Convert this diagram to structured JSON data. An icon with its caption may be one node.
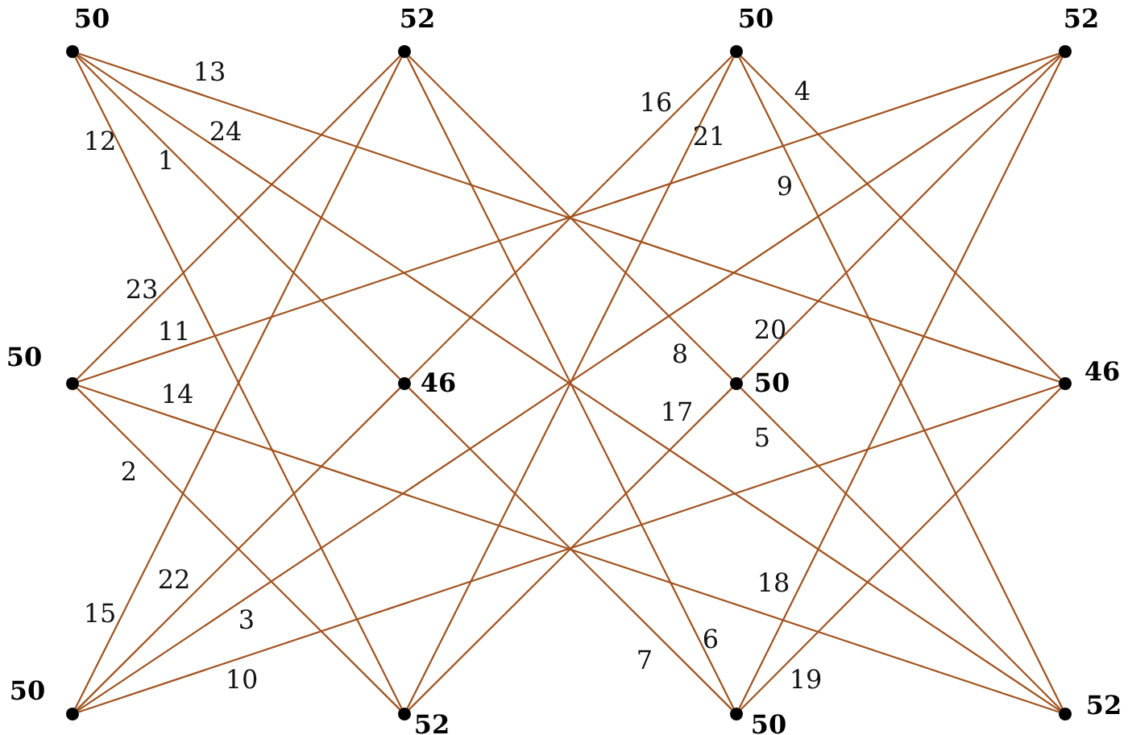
{
  "diagram": {
    "nodes": [
      {
        "text": [
          "50"
        ]
      },
      {
        "text": [
          "52"
        ]
      },
      {
        "text": [
          "50"
        ]
      },
      {
        "text": [
          "52"
        ]
      },
      {
        "text": [
          "50"
        ]
      },
      {
        "text": [
          "46"
        ]
      },
      {
        "text": [
          "50"
        ]
      },
      {
        "text": [
          "46"
        ]
      },
      {
        "text": [
          "50"
        ]
      },
      {
        "text": [
          "52"
        ]
      },
      {
        "text": [
          "50"
        ]
      },
      {
        "text": [
          "52"
        ]
      }
    ],
    "edges": [
      {
        "from": 0,
        "to": 5,
        "arrow": "none",
        "label": "1"
      },
      {
        "from": 4,
        "to": 9,
        "arrow": "none",
        "label": "2"
      },
      {
        "from": 8,
        "to": 3,
        "arrow": "none",
        "label": "3"
      },
      {
        "from": 2,
        "to": 7,
        "arrow": "none",
        "label": "4"
      },
      {
        "from": 6,
        "to": 11,
        "arrow": "none",
        "label": "5"
      },
      {
        "from": 1,
        "to": 10,
        "arrow": "none",
        "label": "6"
      },
      {
        "from": 5,
        "to": 10,
        "arrow": "none",
        "label": "7"
      },
      {
        "from": 1,
        "to": 6,
        "arrow": "none",
        "label": "8"
      },
      {
        "from": 2,
        "to": 11,
        "arrow": "none",
        "label": "9"
      },
      {
        "from": 8,
        "to": 7,
        "arrow": "none",
        "label": "10"
      },
      {
        "from": 4,
        "to": 3,
        "arrow": "none",
        "label": "11"
      },
      {
        "from": 0,
        "to": 9,
        "arrow": "none",
        "label": "12"
      },
      {
        "from": 0,
        "to": 7,
        "arrow": "none",
        "label": "13"
      },
      {
        "from": 4,
        "to": 11,
        "arrow": "none",
        "label": "14"
      },
      {
        "from": 8,
        "to": 1,
        "arrow": "none",
        "label": "15"
      },
      {
        "from": 5,
        "to": 2,
        "arrow": "none",
        "label": "16"
      },
      {
        "from": 6,
        "to": 9,
        "arrow": "none",
        "label": "17"
      },
      {
        "from": 3,
        "to": 10,
        "arrow": "none",
        "label": "18"
      },
      {
        "from": 10,
        "to": 7,
        "arrow": "none",
        "label": "19"
      },
      {
        "from": 6,
        "to": 3,
        "arrow": "none",
        "label": "20"
      },
      {
        "from": 2,
        "to": 9,
        "arrow": "none",
        "label": "21"
      },
      {
        "from": 8,
        "to": 5,
        "arrow": "none",
        "label": "22"
      },
      {
        "from": 1,
        "to": 4,
        "arrow": "none",
        "label": "23"
      },
      {
        "from": 0,
        "to": 11,
        "arrow": "none",
        "label": "24"
      }
    ]
  }
}
